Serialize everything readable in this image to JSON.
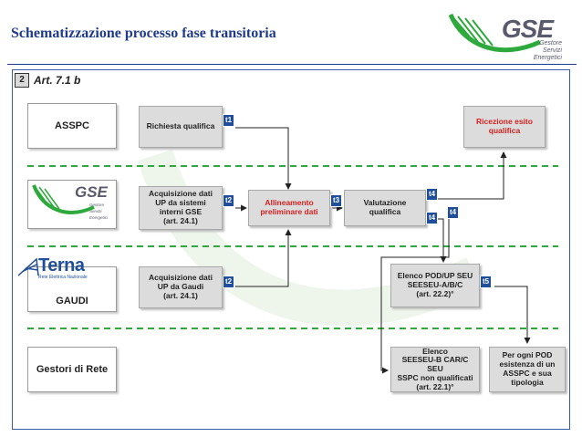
{
  "header": {
    "title": "Schematizzazione processo fase transitoria",
    "logo": {
      "name": "GSE",
      "lines": [
        "Gestore",
        "Servizi",
        "Energetici"
      ],
      "accent": "#2eaa3c"
    }
  },
  "section": {
    "number": "2",
    "label": "Art. 7.1 b"
  },
  "lanes": {
    "asspc": "ASSPC",
    "gse": {
      "name": "GSE",
      "lines": [
        "Gestore",
        "Servizi",
        "Energetici"
      ]
    },
    "gaudi": {
      "terna_name": "Terna",
      "terna_sub": "Rete Elettrica Nazionale",
      "label": "GAUDI"
    },
    "gestori": "Gestori di Rete"
  },
  "boxes": {
    "richiesta": "Richiesta qualifica",
    "ricezione": "Ricezione esito\nqualifica",
    "acq_gse": "Acquisizione dati\nUP da sistemi\ninterni GSE\n(art. 24.1)",
    "allineamento": "Allineamento\npreliminare dati",
    "valutazione": "Valutazione\nqualifica",
    "acq_gaudi": "Acquisizione dati\nUP da Gaudi\n(art. 24.1)",
    "elenco_pod": "Elenco POD/UP SEU\nSEESEU-A/B/C\n(art. 22.2)°",
    "elenco_seu": "Elenco\nSEESEU-B CAR/C\nSEU\nSSPC non qualificati\n(art. 22.1)°",
    "per_ogni_pod": "Per ogni POD\nesistenza di un\nASSPC e sua\ntipologia"
  },
  "labels": {
    "t1": "t1",
    "t2a": "t2",
    "t2b": "t2",
    "t3": "t3",
    "t4a": "t4",
    "t4b": "t4",
    "t5": "t5"
  },
  "colors": {
    "box_fill": "#dcdcdc",
    "highlight_text": "#d42020",
    "time_label": "#1f4e9a",
    "lane_divider": "#2eaa3c",
    "title": "#1f3a8a"
  }
}
